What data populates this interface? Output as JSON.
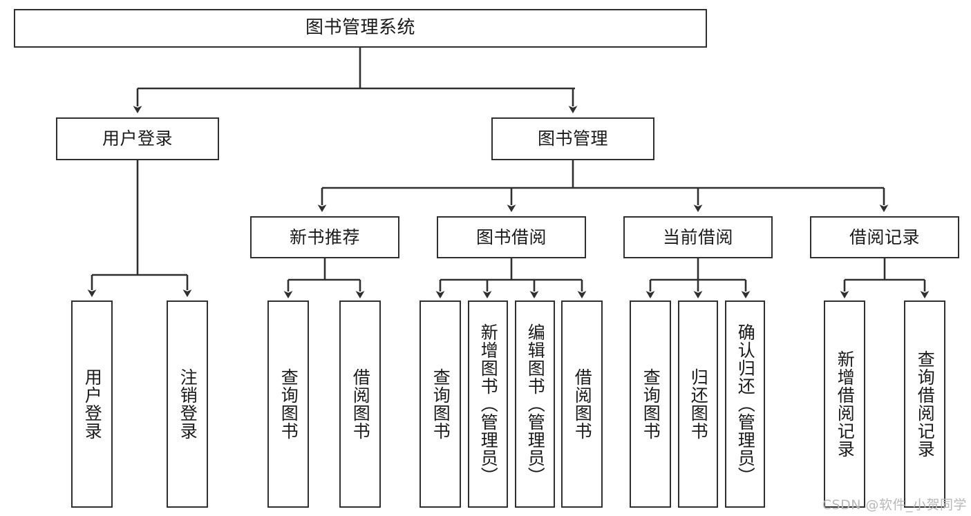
{
  "diagram": {
    "title": "图书管理系统",
    "type": "tree",
    "background": "#ffffff",
    "line_color": "#2f2f2f",
    "box_border_color": "#2f2f2f",
    "text_color": "#1a1a1a"
  },
  "nodes": {
    "root": {
      "label": "图书管理系统"
    },
    "tier2": [
      {
        "id": "user-login",
        "label": "用户登录"
      },
      {
        "id": "book-manage",
        "label": "图书管理"
      }
    ],
    "tier3": [
      {
        "id": "new-book-rec",
        "label": "新书推荐"
      },
      {
        "id": "book-borrow",
        "label": "图书借阅"
      },
      {
        "id": "current-borrow",
        "label": "当前借阅"
      },
      {
        "id": "borrow-record",
        "label": "借阅记录"
      }
    ],
    "leaves": [
      {
        "id": "leaf-user-login",
        "label": "用户登录",
        "parent": "user-login"
      },
      {
        "id": "leaf-logout",
        "label": "注销登录",
        "parent": "user-login"
      },
      {
        "id": "leaf-query-book-1",
        "label": "查询图书",
        "parent": "new-book-rec"
      },
      {
        "id": "leaf-borrow-book-1",
        "label": "借阅图书",
        "parent": "new-book-rec"
      },
      {
        "id": "leaf-query-book-2",
        "label": "查询图书",
        "parent": "book-borrow"
      },
      {
        "id": "leaf-add-book",
        "label": "新增图书（管理员）",
        "parent": "book-borrow"
      },
      {
        "id": "leaf-edit-book",
        "label": "编辑图书（管理员）",
        "parent": "book-borrow"
      },
      {
        "id": "leaf-borrow-book-2",
        "label": "借阅图书",
        "parent": "book-borrow"
      },
      {
        "id": "leaf-query-book-3",
        "label": "查询图书",
        "parent": "current-borrow"
      },
      {
        "id": "leaf-return-book",
        "label": "归还图书",
        "parent": "current-borrow"
      },
      {
        "id": "leaf-confirm-return",
        "label": "确认归还（管理员）",
        "parent": "current-borrow"
      },
      {
        "id": "leaf-add-record",
        "label": "新增借阅记录",
        "parent": "borrow-record"
      },
      {
        "id": "leaf-query-record",
        "label": "查询借阅记录",
        "parent": "borrow-record"
      }
    ]
  },
  "watermark": {
    "text": "CSDN @软件_小贺同学"
  }
}
